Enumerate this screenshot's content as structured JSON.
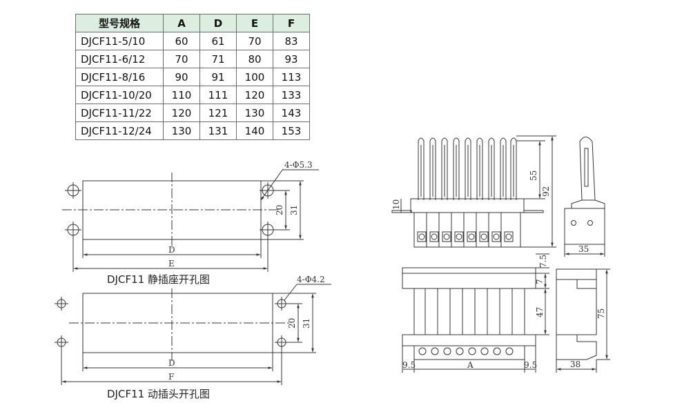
{
  "spec_table": {
    "headers": [
      "型号规格",
      "A",
      "D",
      "E",
      "F"
    ],
    "rows": [
      [
        "DJCF11-5/10",
        "60",
        "61",
        "70",
        "83"
      ],
      [
        "DJCF11-6/12",
        "70",
        "71",
        "80",
        "93"
      ],
      [
        "DJCF11-8/16",
        "90",
        "91",
        "100",
        "113"
      ],
      [
        "DJCF11-10/20",
        "110",
        "111",
        "120",
        "133"
      ],
      [
        "DJCF11-11/22",
        "120",
        "121",
        "130",
        "143"
      ],
      [
        "DJCF11-12/24",
        "130",
        "131",
        "140",
        "153"
      ]
    ]
  },
  "socket_drawing": {
    "caption": "DJCF11 静插座开孔图",
    "hole_label": "4-Φ5.3",
    "dim_inner_h": "20",
    "dim_outer_h": "31",
    "dim_width_d": "D",
    "dim_width_e": "E"
  },
  "plug_drawing": {
    "caption": "DJCF11 动插头开孔图",
    "hole_label": "4-Φ4.2",
    "dim_inner_h": "20",
    "dim_outer_h": "31",
    "dim_width_d": "D",
    "dim_width_f": "F"
  },
  "front_view": {
    "dim_flange": "10",
    "dim_pin": "55",
    "dim_total": "92"
  },
  "side_view": {
    "dim_width": "35"
  },
  "top_view": {
    "dim_top": "7.5",
    "dim_bar": "7",
    "dim_mid": "47",
    "dim_left": "9.5",
    "dim_a": "A",
    "dim_right": "9.5"
  },
  "side_bottom_view": {
    "dim_height": "75",
    "dim_width": "38"
  },
  "colors": {
    "header_bg": "#dbeee0",
    "line": "#333333"
  }
}
